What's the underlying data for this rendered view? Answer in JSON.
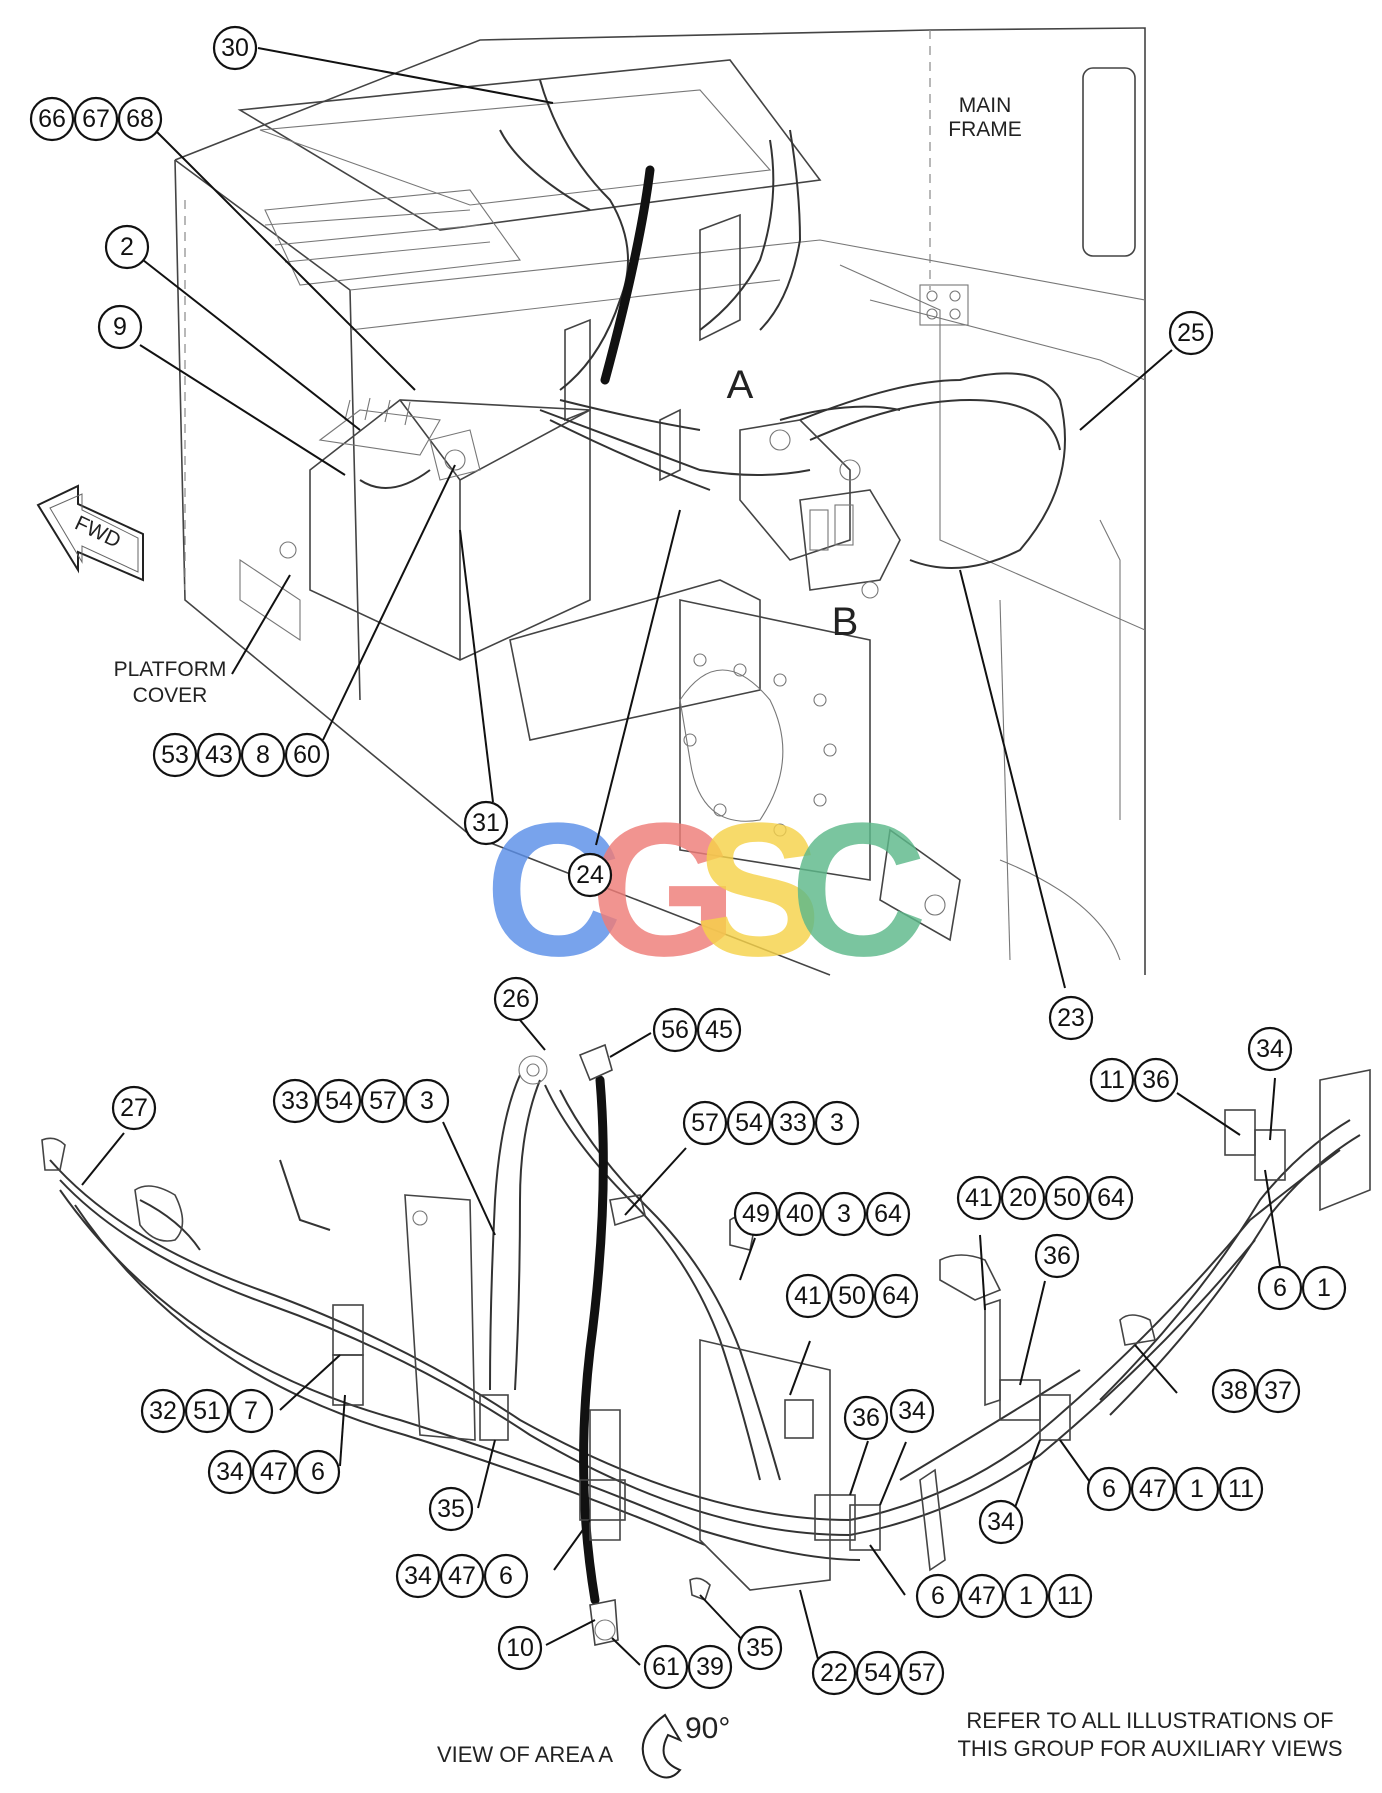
{
  "labels": {
    "main_frame_line1": "MAIN",
    "main_frame_line2": "FRAME",
    "platform_cover_line1": "PLATFORM",
    "platform_cover_line2": "COVER",
    "fwd": "FWD",
    "area_a": "A",
    "area_b": "B",
    "view_of_area": "VIEW OF AREA A",
    "rotation": "90°",
    "note_line1": "REFER TO ALL ILLUSTRATIONS OF",
    "note_line2": "THIS GROUP FOR AUXILIARY VIEWS"
  },
  "watermark": {
    "letters": [
      "C",
      "G",
      "S",
      "C"
    ],
    "colors": [
      "#5b8fe8",
      "#ef7d78",
      "#f6d24a",
      "#5db98a"
    ]
  },
  "callouts": {
    "top": {
      "c30": [
        "30"
      ],
      "c66_67_68": [
        "66",
        "67",
        "68"
      ],
      "c2": [
        "2"
      ],
      "c9": [
        "9"
      ],
      "c25": [
        "25"
      ],
      "c53_43_8_60": [
        "53",
        "43",
        "8",
        "60"
      ],
      "c31": [
        "31"
      ],
      "c24": [
        "24"
      ],
      "c23": [
        "23"
      ]
    },
    "bottom": {
      "c26": [
        "26"
      ],
      "c56_45": [
        "56",
        "45"
      ],
      "c27": [
        "27"
      ],
      "c33_54_57_3": [
        "33",
        "54",
        "57",
        "3"
      ],
      "c57_54_33_3": [
        "57",
        "54",
        "33",
        "3"
      ],
      "c11_36": [
        "11",
        "36"
      ],
      "c34_right": [
        "34"
      ],
      "c49_40_3_64": [
        "49",
        "40",
        "3",
        "64"
      ],
      "c41_20_50_64": [
        "41",
        "20",
        "50",
        "64"
      ],
      "c6_1": [
        "6",
        "1"
      ],
      "c36_mid": [
        "36"
      ],
      "c41_50_64": [
        "41",
        "50",
        "64"
      ],
      "c38_37": [
        "38",
        "37"
      ],
      "c32_51_7": [
        "32",
        "51",
        "7"
      ],
      "c36_low": [
        "36"
      ],
      "c34_low": [
        "34"
      ],
      "c34_47_6_left": [
        "34",
        "47",
        "6"
      ],
      "c6_47_1_11_right": [
        "6",
        "47",
        "1",
        "11"
      ],
      "c35_upper": [
        "35"
      ],
      "c34_under": [
        "34"
      ],
      "c34_47_6_mid": [
        "34",
        "47",
        "6"
      ],
      "c6_47_1_11_low": [
        "6",
        "47",
        "1",
        "11"
      ],
      "c10": [
        "10"
      ],
      "c35_lower": [
        "35"
      ],
      "c61_39": [
        "61",
        "39"
      ],
      "c22_54_57": [
        "22",
        "54",
        "57"
      ]
    }
  }
}
